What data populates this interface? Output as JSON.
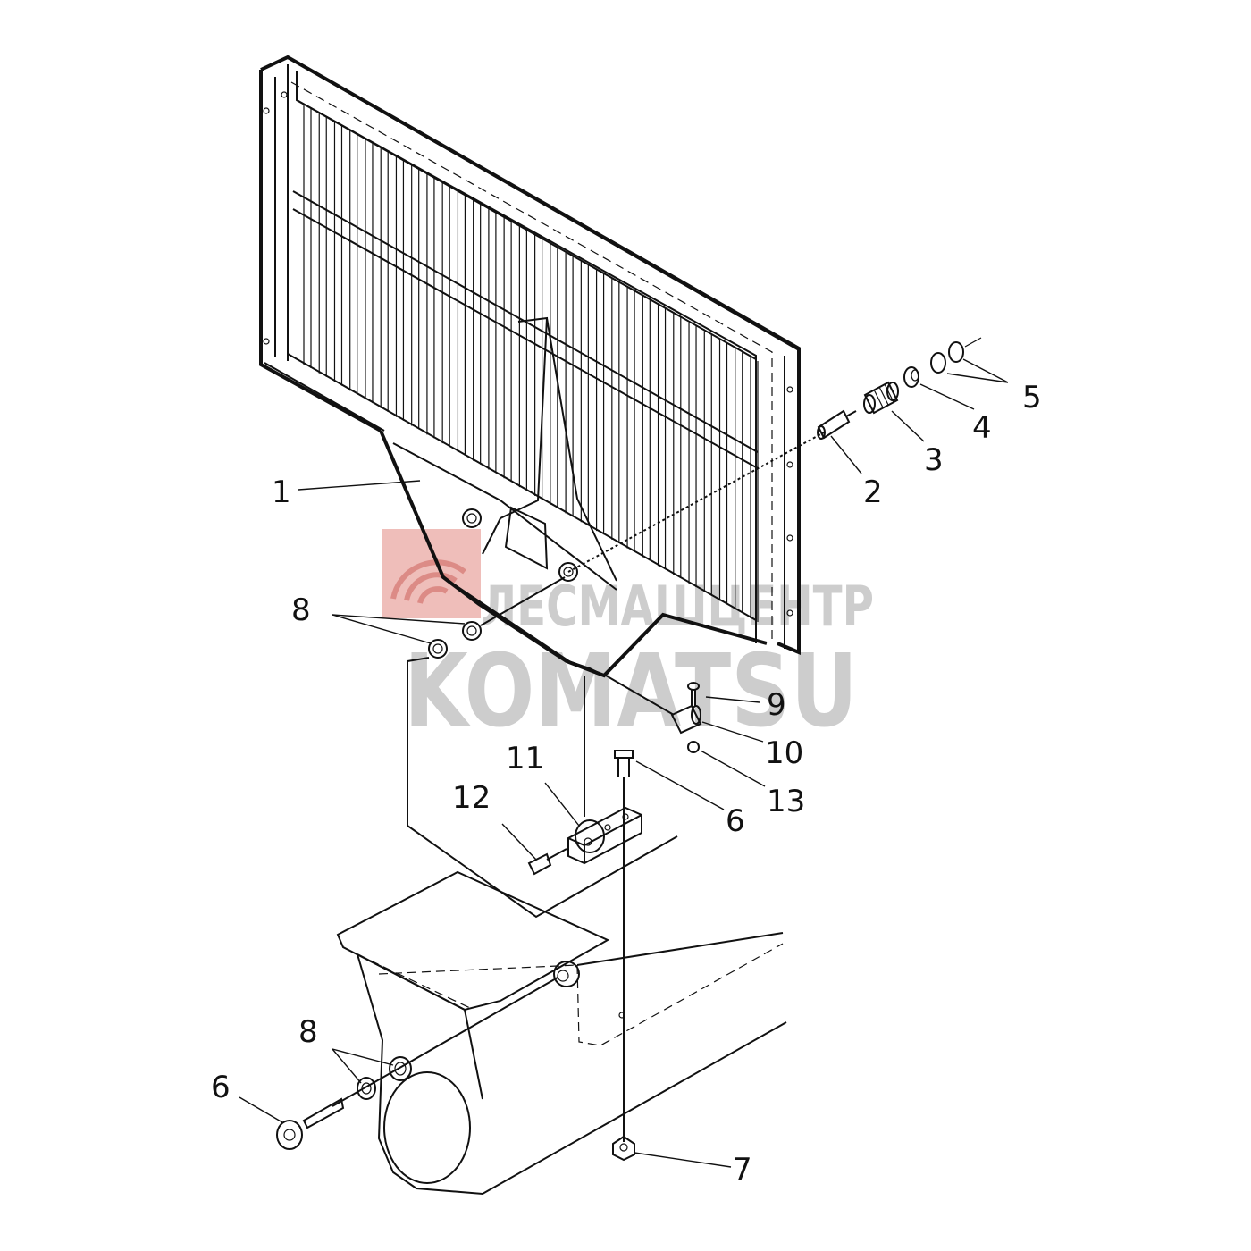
{
  "watermark": {
    "line1": "ЛЕСМАШЦЕНТР",
    "line2": "KOMATSU",
    "logo_color": "#e9a5a2",
    "text_color": "#cfcfcf"
  },
  "callouts": [
    {
      "id": "c1",
      "label": "1"
    },
    {
      "id": "c2",
      "label": "2"
    },
    {
      "id": "c3",
      "label": "3"
    },
    {
      "id": "c4",
      "label": "4"
    },
    {
      "id": "c5",
      "label": "5"
    },
    {
      "id": "c6a",
      "label": "6"
    },
    {
      "id": "c6b",
      "label": "6"
    },
    {
      "id": "c7",
      "label": "7"
    },
    {
      "id": "c8a",
      "label": "8"
    },
    {
      "id": "c8b",
      "label": "8"
    },
    {
      "id": "c9",
      "label": "9"
    },
    {
      "id": "c10",
      "label": "10"
    },
    {
      "id": "c11",
      "label": "11"
    },
    {
      "id": "c12",
      "label": "12"
    },
    {
      "id": "c13",
      "label": "13"
    }
  ]
}
